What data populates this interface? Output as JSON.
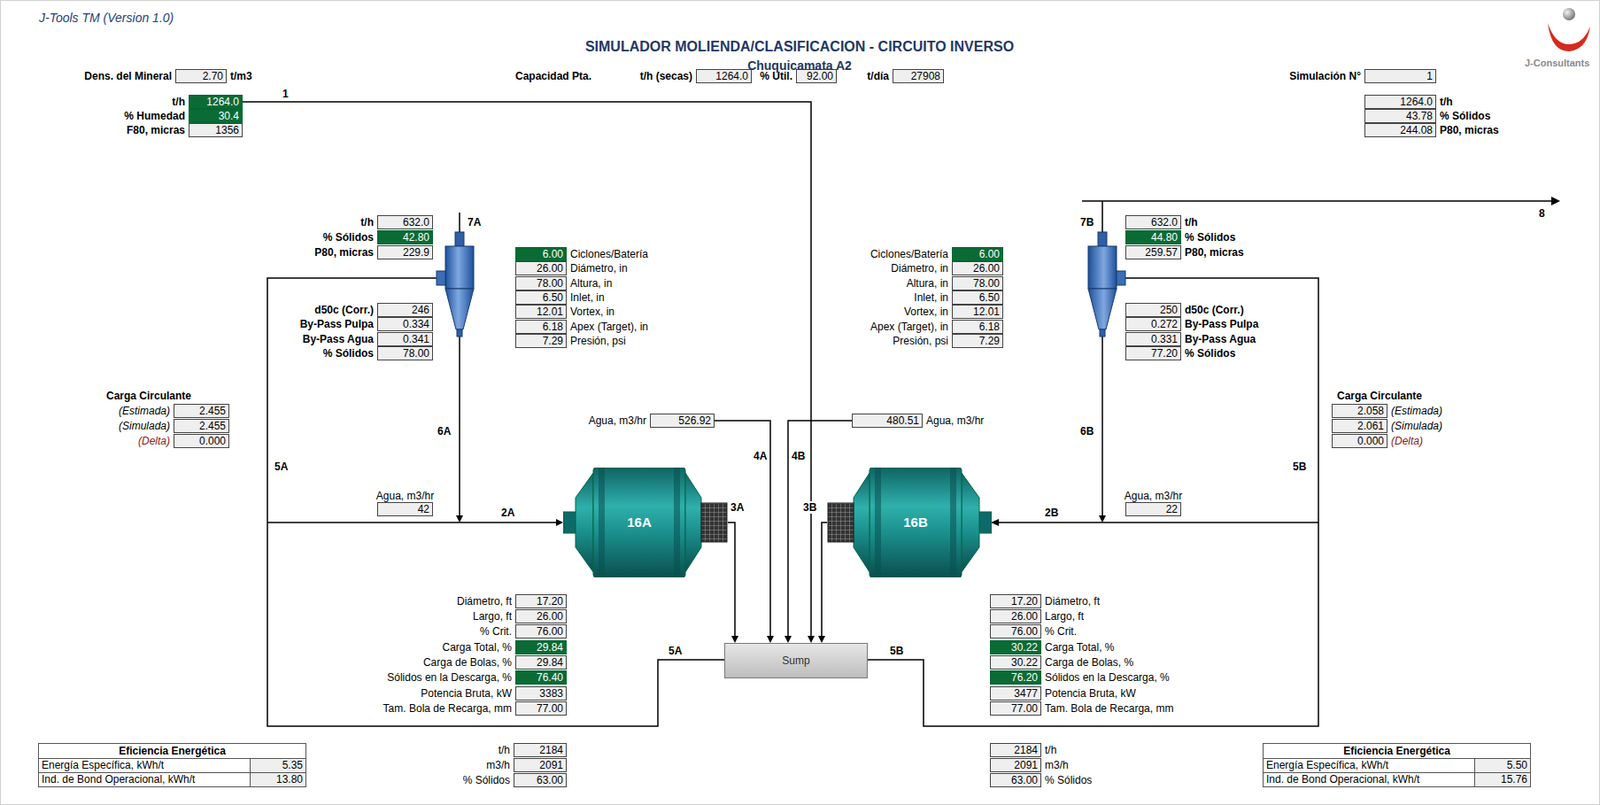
{
  "diagram": {
    "title": "SIMULADOR MOLIENDA/CLASIFICACION - CIRCUITO INVERSO",
    "nodes": [
      {
        "text": [
          "Dens. del Mineral",
          "2.70",
          "t/m3"
        ]
      },
      {
        "text": [
          "t/h (secas)",
          "1264.0"
        ]
      },
      {
        "text": [
          "% Util.",
          "92.00"
        ]
      },
      {
        "text": [
          "t/día",
          "27908"
        ]
      },
      {
        "text": [
          "Simulación N°",
          "1"
        ]
      },
      {
        "text": [
          "t/h",
          "1264.0"
        ]
      },
      {
        "text": [
          "% Humedad",
          "30.4"
        ]
      },
      {
        "text": [
          "F80, micras",
          "1356"
        ]
      },
      {
        "text": [
          "1264.0",
          "t/h"
        ]
      },
      {
        "text": [
          "43.78",
          "% Sólidos"
        ]
      },
      {
        "text": [
          "244.08",
          "P80, micras"
        ]
      },
      {
        "text": [
          "t/h",
          "632.0"
        ]
      },
      {
        "text": [
          "% Sólidos",
          "42.80"
        ]
      },
      {
        "text": [
          "P80, micras",
          "229.9"
        ]
      },
      {
        "text": [
          "d50c (Corr.)",
          "246"
        ]
      },
      {
        "text": [
          "By-Pass Pulpa",
          "0.334"
        ]
      },
      {
        "text": [
          "By-Pass Agua",
          "0.341"
        ]
      },
      {
        "text": [
          "% Sólidos",
          "78.00"
        ]
      },
      {
        "text": [
          "6.00",
          "Ciclones/Batería"
        ]
      },
      {
        "text": [
          "26.00",
          "Diámetro, in"
        ]
      },
      {
        "text": [
          "78.00",
          "Altura, in"
        ]
      },
      {
        "text": [
          "6.50",
          "Inlet, in"
        ]
      },
      {
        "text": [
          "12.01",
          "Vortex, in"
        ]
      },
      {
        "text": [
          "6.18",
          "Apex (Target), in"
        ]
      },
      {
        "text": [
          "7.29",
          "Presión, psi"
        ]
      },
      {
        "text": [
          "Ciclones/Batería",
          "6.00"
        ]
      },
      {
        "text": [
          "Diámetro, in",
          "26.00"
        ]
      },
      {
        "text": [
          "Altura, in",
          "78.00"
        ]
      },
      {
        "text": [
          "Inlet, in",
          "6.50"
        ]
      },
      {
        "text": [
          "Vortex, in",
          "12.01"
        ]
      },
      {
        "text": [
          "Apex (Target), in",
          "6.18"
        ]
      },
      {
        "text": [
          "Presión, psi",
          "7.29"
        ]
      },
      {
        "text": [
          "632.0",
          "t/h"
        ]
      },
      {
        "text": [
          "44.80",
          "% Sólidos"
        ]
      },
      {
        "text": [
          "259.57",
          "P80, micras"
        ]
      },
      {
        "text": [
          "250",
          "d50c (Corr.)"
        ]
      },
      {
        "text": [
          "0.272",
          "By-Pass Pulpa"
        ]
      },
      {
        "text": [
          "0.331",
          "By-Pass Agua"
        ]
      },
      {
        "text": [
          "77.20",
          "% Sólidos"
        ]
      },
      {
        "text": [
          "(Estimada)",
          "2.455"
        ]
      },
      {
        "text": [
          "(Simulada)",
          "2.455"
        ]
      },
      {
        "text": [
          "(Delta)",
          "0.000"
        ]
      },
      {
        "text": [
          "2.058",
          "(Estimada)"
        ]
      },
      {
        "text": [
          "2.061",
          "(Simulada)"
        ]
      },
      {
        "text": [
          "0.000",
          "(Delta)"
        ]
      },
      {
        "text": [
          "Agua, m3/hr",
          "526.92"
        ]
      },
      {
        "text": [
          "480.51",
          "Agua, m3/hr"
        ]
      },
      {
        "text": [
          "Agua, m3/hr",
          "42"
        ]
      },
      {
        "text": [
          "Agua, m3/hr",
          "22"
        ]
      },
      {
        "text": [
          "16A"
        ]
      },
      {
        "text": [
          "16B"
        ]
      },
      {
        "text": [
          "Sump"
        ]
      },
      {
        "text": [
          "Diámetro, ft",
          "17.20"
        ]
      },
      {
        "text": [
          "Largo, ft",
          "26.00"
        ]
      },
      {
        "text": [
          "% Crit.",
          "76.00"
        ]
      },
      {
        "text": [
          "Carga Total, %",
          "29.84"
        ]
      },
      {
        "text": [
          "Carga de Bolas, %",
          "29.84"
        ]
      },
      {
        "text": [
          "Sólidos en la Descarga, %",
          "76.40"
        ]
      },
      {
        "text": [
          "Potencia Bruta, kW",
          "3383"
        ]
      },
      {
        "text": [
          "Tam. Bola de Recarga, mm",
          "77.00"
        ]
      },
      {
        "text": [
          "17.20",
          "Diámetro, ft"
        ]
      },
      {
        "text": [
          "26.00",
          "Largo, ft"
        ]
      },
      {
        "text": [
          "76.00",
          "% Crit."
        ]
      },
      {
        "text": [
          "30.22",
          "Carga Total, %"
        ]
      },
      {
        "text": [
          "30.22",
          "Carga de Bolas, %"
        ]
      },
      {
        "text": [
          "76.20",
          "Sólidos en la Descarga, %"
        ]
      },
      {
        "text": [
          "3477",
          "Potencia Bruta, kW"
        ]
      },
      {
        "text": [
          "77.00",
          "Tam. Bola de Recarga, mm"
        ]
      },
      {
        "text": [
          "t/h",
          "2184"
        ]
      },
      {
        "text": [
          "m3/h",
          "2091"
        ]
      },
      {
        "text": [
          "% Sólidos",
          "63.00"
        ]
      },
      {
        "text": [
          "2184",
          "t/h"
        ]
      },
      {
        "text": [
          "2091",
          "m3/h"
        ]
      },
      {
        "text": [
          "63.00",
          "% Sólidos"
        ]
      },
      {
        "text": [
          "Eficiencia Energética"
        ]
      },
      {
        "text": [
          "Energía Específica, kWh/t",
          "5.35"
        ],
        "in": 74
      },
      {
        "text": [
          "Ind. de Bond Operacional, kWh/t",
          "13.80"
        ],
        "in": 74
      },
      {
        "text": [
          "Eficiencia Energética"
        ]
      },
      {
        "text": [
          "Energía Específica, kWh/t",
          "5.50"
        ],
        "in": 77
      },
      {
        "text": [
          "Ind. de Bond Operacional, kWh/t",
          "15.76"
        ],
        "in": 77
      }
    ],
    "edges": [
      {
        "from": 5,
        "to": 51,
        "arrow": "to",
        "label": "1"
      },
      {
        "from": 45,
        "to": 51,
        "arrow": "to",
        "label": "4A"
      },
      {
        "from": 46,
        "to": 51,
        "arrow": "to",
        "label": "4B"
      },
      {
        "from": 49,
        "to": 51,
        "arrow": "to",
        "label": "3A"
      },
      {
        "from": 50,
        "to": 51,
        "arrow": "to",
        "label": "3B"
      }
    ],
    "labels": [
      "J-Tools TM (Version 1.0)",
      "Chuquicamata A2",
      "J-Consultants",
      "Capacidad Pta.",
      "7A",
      "7B",
      "8",
      "Carga Circulante",
      "Carga Circulante",
      "6A",
      "6B",
      "5A",
      "5B",
      "2A",
      "2B",
      "5A",
      "5B"
    ]
  }
}
